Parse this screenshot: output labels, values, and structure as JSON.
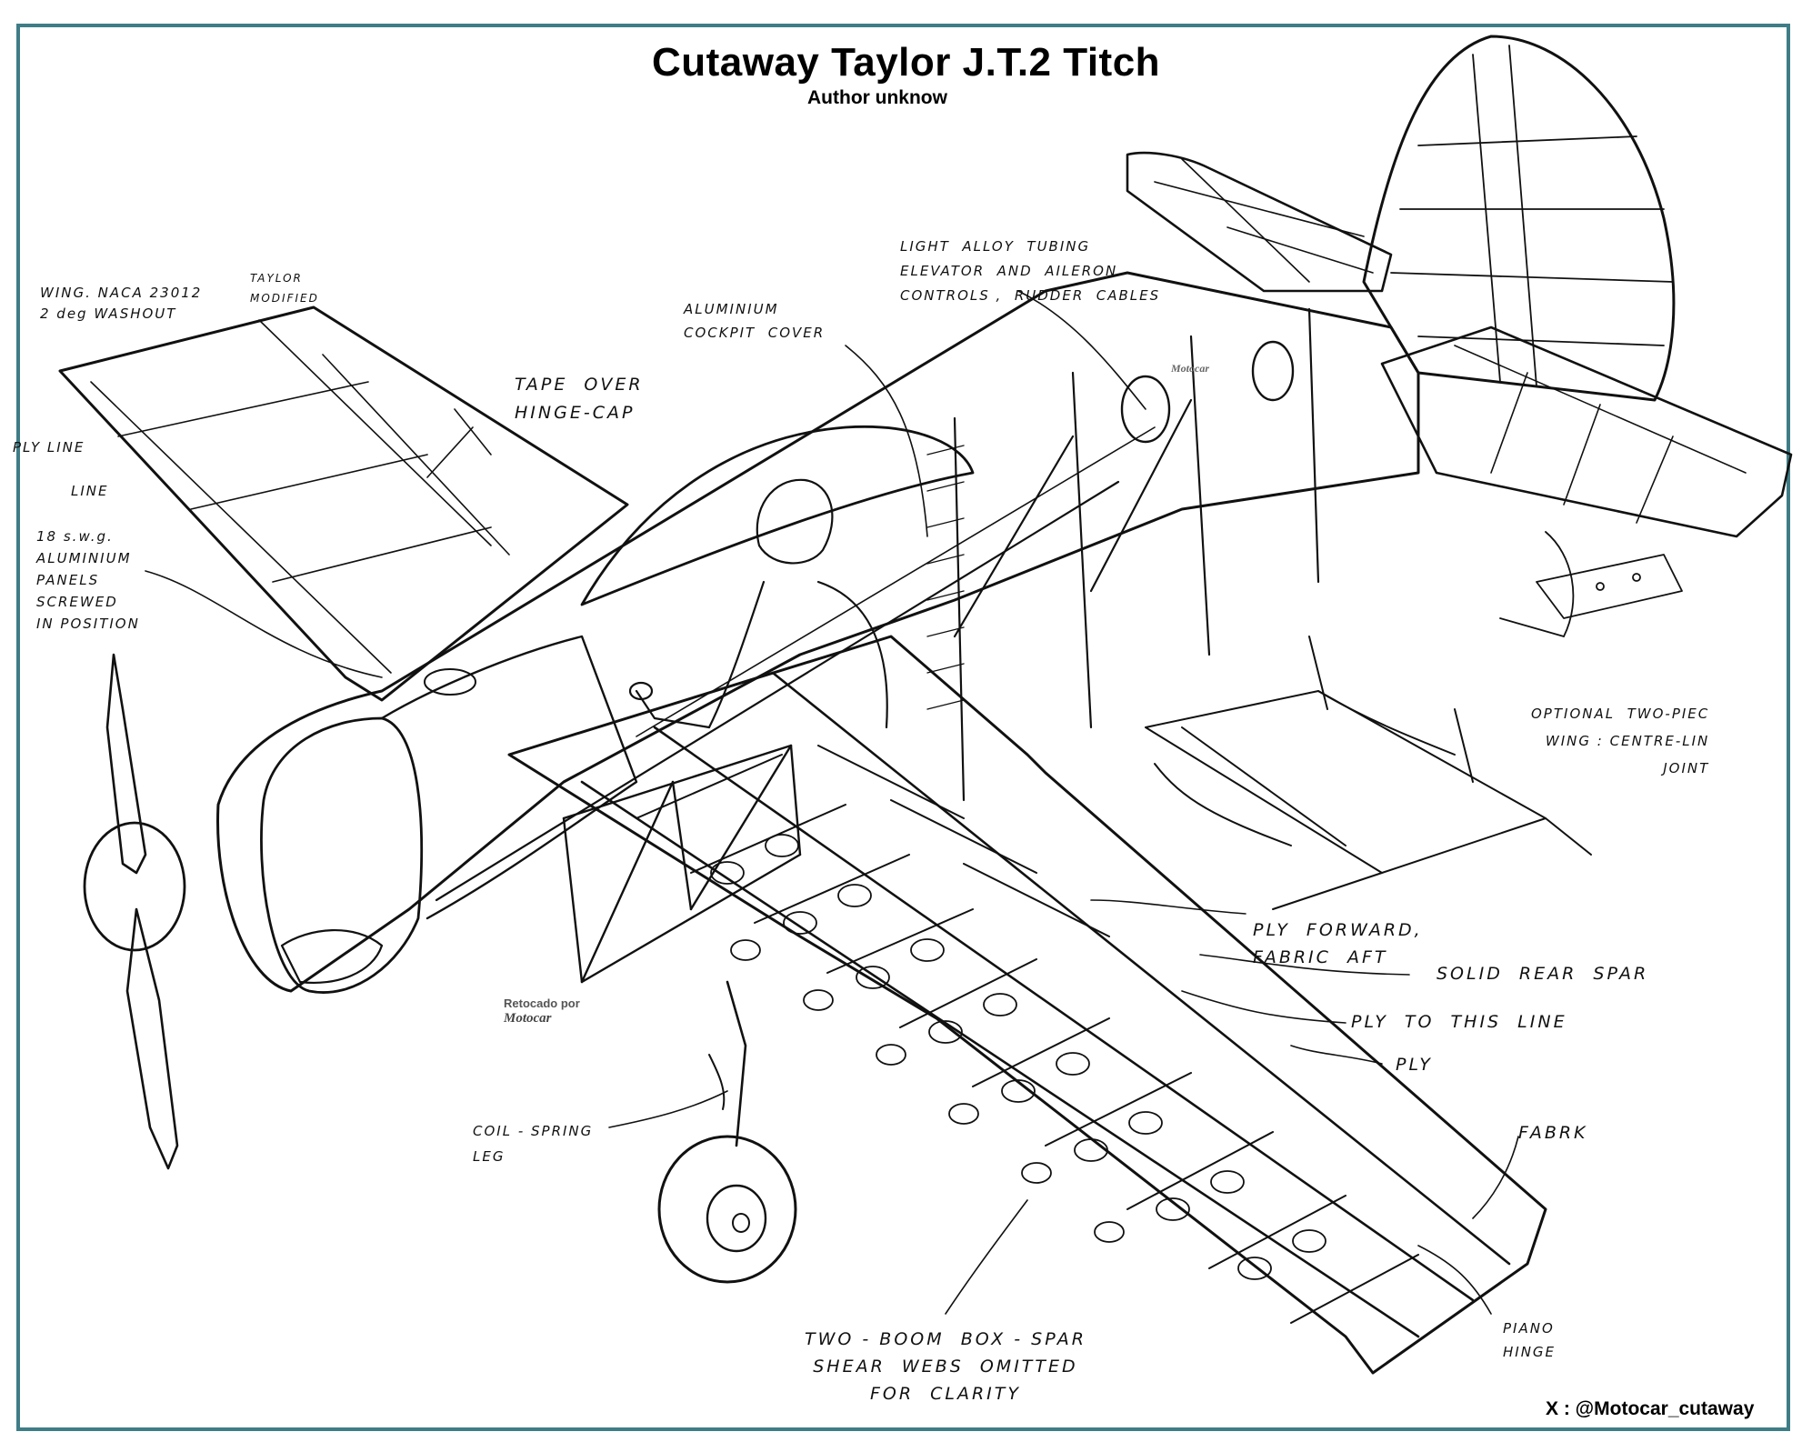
{
  "title": "Cutaway Taylor J.T.2 Titch",
  "subtitle": "Author unknow",
  "credit": "X : @Motocar_cutaway",
  "watermark": {
    "line1": "Retocado por",
    "line2": "Motocar"
  },
  "watermark_fuselage": "Motocar",
  "labels": {
    "wing_section_1": "WING. NACA 23012",
    "wing_section_2": "2 deg WASHOUT",
    "taylor_1": "TAYLOR",
    "taylor_2": "MODIFIED",
    "ply_line": "PLY LINE",
    "line": "LINE",
    "aluminium_panels": "18 s.w.g.\nALUMINIUM\nPANELS\nSCREWED\nIN POSITION",
    "tape_over": "TAPE  OVER\nHINGE-CAP",
    "cockpit_cover": "ALUMINIUM\nCOCKPIT  COVER",
    "tubing": "LIGHT  ALLOY  TUBING\nELEVATOR  AND  AILERON\nCONTROLS ,  RUDDER  CABLES",
    "two_piece": "OPTIONAL  TWO-PIEC\nWING : CENTRE-LIN\nJOINT",
    "ply_forward": "PLY  FORWARD,\nFABRIC  AFT",
    "solid_rear_spar": "SOLID  REAR  SPAR",
    "ply_to_line": "PLY  TO  THIS  LINE",
    "ply": "PLY",
    "fabric": "FABRK",
    "coil_spring": "COIL - SPRING\nLEG",
    "box_spar": "TWO - BOOM  BOX - SPAR\nSHEAR  WEBS  OMITTED\nFOR  CLARITY",
    "piano_hinge": "PIANO\nHINGE"
  },
  "colors": {
    "frame": "#3f7d86",
    "ink": "#111111"
  }
}
